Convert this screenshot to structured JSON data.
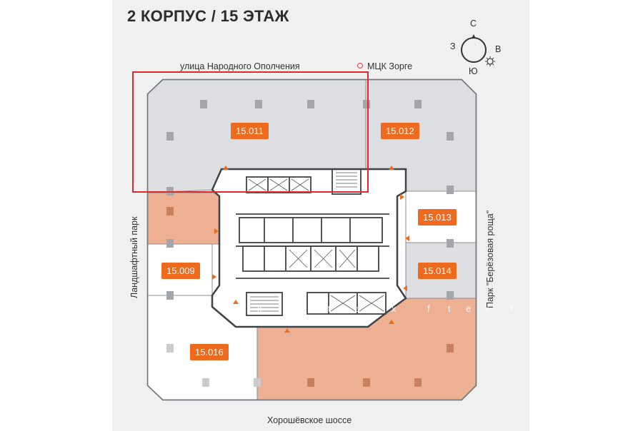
{
  "header": {
    "title": "2 КОРПУС / 15 ЭТАЖ"
  },
  "streets": {
    "top": "улица Народного Ополчения",
    "metro": "МЦК Зорге",
    "left": "Ландшафтный парк",
    "right": "Парк \"Берёзовая роща\"",
    "bottom": "Хорошёвское шоссе"
  },
  "compass": {
    "north": "С",
    "west": "З",
    "east": "В",
    "south": "Ю"
  },
  "units": [
    {
      "id": "15.011",
      "status": "available"
    },
    {
      "id": "15.012",
      "status": "available"
    },
    {
      "id": "15.013",
      "status": "available"
    },
    {
      "id": "15.014",
      "status": "available"
    },
    {
      "id": "15.009",
      "status": "available"
    },
    {
      "id": "15.016",
      "status": "available"
    }
  ],
  "watermark": [
    "r",
    "f",
    "t",
    "e",
    "x",
    "f",
    "t",
    "e",
    "x",
    "f",
    "t",
    "e",
    "x",
    "f"
  ],
  "colors": {
    "panel_bg": "#f0f0f1",
    "unit_grey": "#dcdee2",
    "unit_white": "#ffffff",
    "unit_sold": "#eeb092",
    "accent": "#ee6a1f",
    "selection": "#e0282f"
  }
}
